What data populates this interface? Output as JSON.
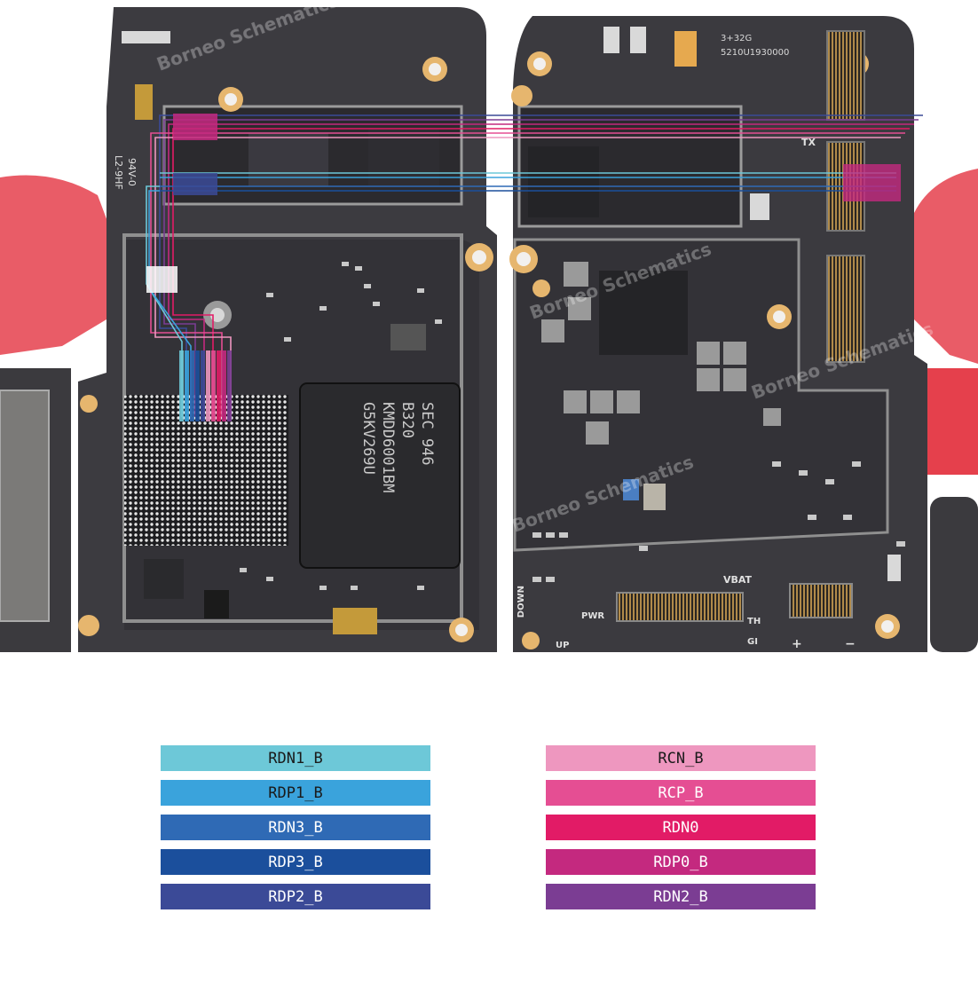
{
  "board": {
    "left_silkscreen": [
      "L2-9HF",
      "94V-0"
    ],
    "left_chip_marking": [
      "SEC 946",
      "B320",
      "KMDD6001BM",
      "G5KV269U"
    ],
    "right_top_marking": [
      "3+32G",
      "5210U1930000"
    ],
    "right_labels": {
      "tx": "TX",
      "vbat": "VBAT",
      "down": "DOWN",
      "pwr": "PWR",
      "up": "UP",
      "th": "TH",
      "gi": "GI",
      "plus": "+",
      "minus": "−"
    },
    "watermark": "Borneo Schematics"
  },
  "legend_left": [
    {
      "label": "RDN1_B",
      "color": "#6dc8d8",
      "text_color": "#1a1a1a"
    },
    {
      "label": "RDP1_B",
      "color": "#3aa3dc",
      "text_color": "#1a1a1a"
    },
    {
      "label": "RDN3_B",
      "color": "#2f6ab5",
      "text_color": "#ffffff"
    },
    {
      "label": "RDP3_B",
      "color": "#1b4f9c",
      "text_color": "#ffffff"
    },
    {
      "label": "RDP2_B",
      "color": "#3b4a97",
      "text_color": "#ffffff"
    }
  ],
  "legend_right": [
    {
      "label": "RCN_B",
      "color": "#ee97bf",
      "text_color": "#1a1a1a"
    },
    {
      "label": "RCP_B",
      "color": "#e54e93",
      "text_color": "#ffffff"
    },
    {
      "label": "RDN0",
      "color": "#e21b66",
      "text_color": "#ffffff"
    },
    {
      "label": "RDP0_B",
      "color": "#c4297f",
      "text_color": "#ffffff"
    },
    {
      "label": "RDN2_B",
      "color": "#7b3d93",
      "text_color": "#ffffff"
    }
  ]
}
